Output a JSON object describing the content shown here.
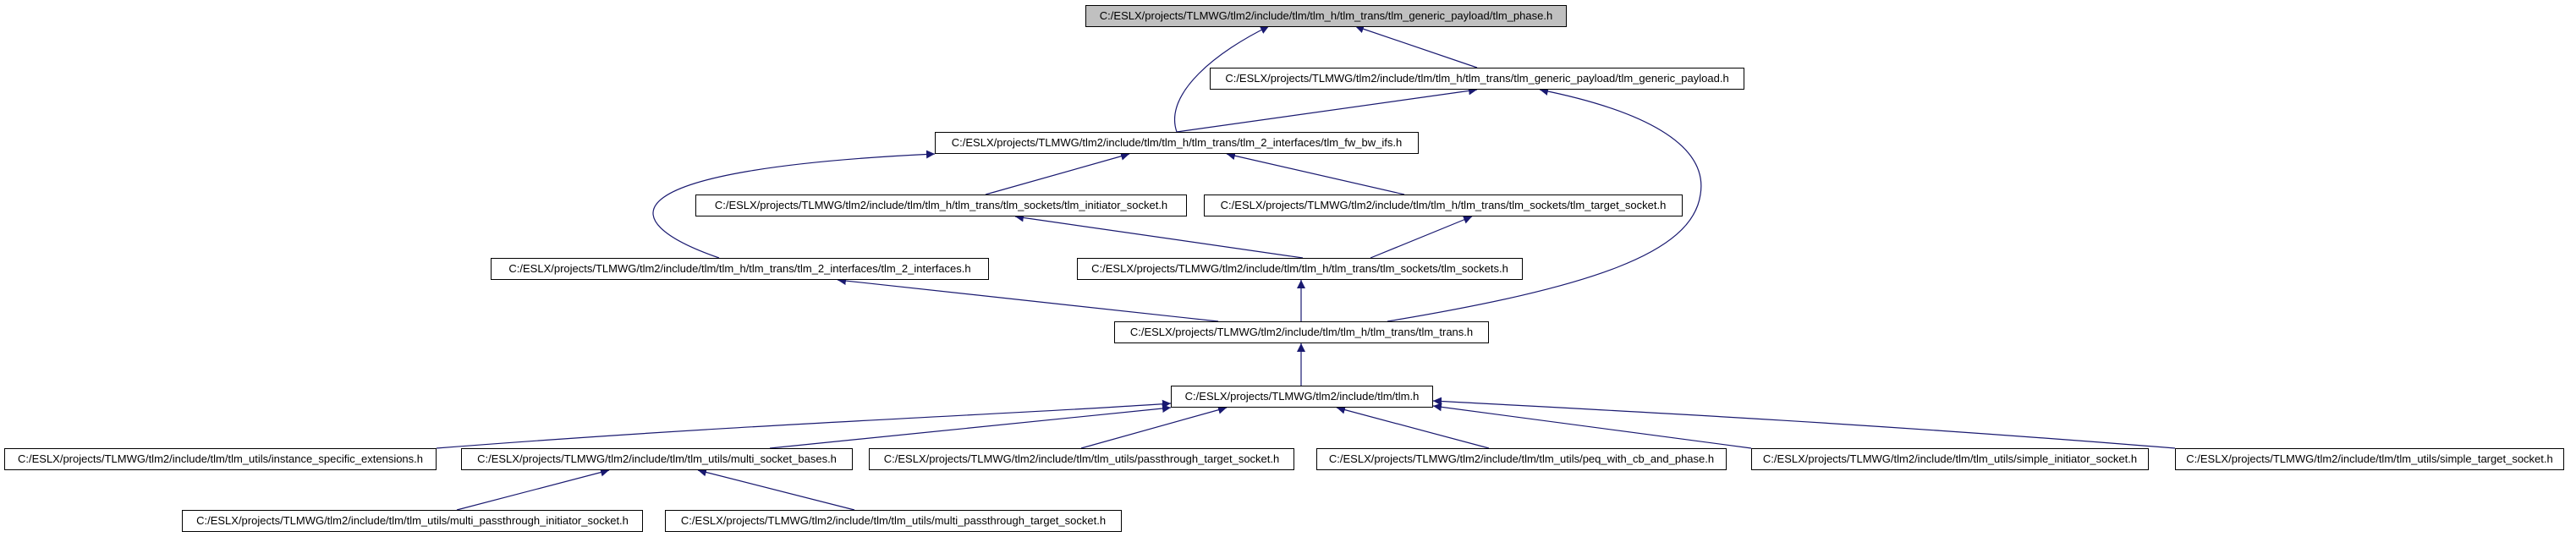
{
  "colors": {
    "edge": "#191970",
    "root_fill": "#c0c0c0",
    "node_fill": "#ffffff",
    "node_border": "#000000"
  },
  "nodes": {
    "tlm_phase": "C:/ESLX/projects/TLMWG/tlm2/include/tlm/tlm_h/tlm_trans/tlm_generic_payload/tlm_phase.h",
    "tlm_generic_payload": "C:/ESLX/projects/TLMWG/tlm2/include/tlm/tlm_h/tlm_trans/tlm_generic_payload/tlm_generic_payload.h",
    "tlm_fw_bw_ifs": "C:/ESLX/projects/TLMWG/tlm2/include/tlm/tlm_h/tlm_trans/tlm_2_interfaces/tlm_fw_bw_ifs.h",
    "tlm_initiator_socket": "C:/ESLX/projects/TLMWG/tlm2/include/tlm/tlm_h/tlm_trans/tlm_sockets/tlm_initiator_socket.h",
    "tlm_target_socket": "C:/ESLX/projects/TLMWG/tlm2/include/tlm/tlm_h/tlm_trans/tlm_sockets/tlm_target_socket.h",
    "tlm_2_interfaces": "C:/ESLX/projects/TLMWG/tlm2/include/tlm/tlm_h/tlm_trans/tlm_2_interfaces/tlm_2_interfaces.h",
    "tlm_sockets": "C:/ESLX/projects/TLMWG/tlm2/include/tlm/tlm_h/tlm_trans/tlm_sockets/tlm_sockets.h",
    "tlm_trans": "C:/ESLX/projects/TLMWG/tlm2/include/tlm/tlm_h/tlm_trans/tlm_trans.h",
    "tlm": "C:/ESLX/projects/TLMWG/tlm2/include/tlm/tlm.h",
    "instance_specific_extensions": "C:/ESLX/projects/TLMWG/tlm2/include/tlm/tlm_utils/instance_specific_extensions.h",
    "multi_socket_bases": "C:/ESLX/projects/TLMWG/tlm2/include/tlm/tlm_utils/multi_socket_bases.h",
    "passthrough_target_socket": "C:/ESLX/projects/TLMWG/tlm2/include/tlm/tlm_utils/passthrough_target_socket.h",
    "peq_with_cb_and_phase": "C:/ESLX/projects/TLMWG/tlm2/include/tlm/tlm_utils/peq_with_cb_and_phase.h",
    "simple_initiator_socket": "C:/ESLX/projects/TLMWG/tlm2/include/tlm/tlm_utils/simple_initiator_socket.h",
    "simple_target_socket": "C:/ESLX/projects/TLMWG/tlm2/include/tlm/tlm_utils/simple_target_socket.h",
    "multi_passthrough_initiator_socket": "C:/ESLX/projects/TLMWG/tlm2/include/tlm/tlm_utils/multi_passthrough_initiator_socket.h",
    "multi_passthrough_target_socket": "C:/ESLX/projects/TLMWG/tlm2/include/tlm/tlm_utils/multi_passthrough_target_socket.h"
  },
  "edges": [
    {
      "from": "tlm_generic_payload",
      "to": "tlm_phase"
    },
    {
      "from": "tlm_fw_bw_ifs",
      "to": "tlm_phase"
    },
    {
      "from": "tlm_fw_bw_ifs",
      "to": "tlm_generic_payload"
    },
    {
      "from": "tlm_trans",
      "to": "tlm_generic_payload"
    },
    {
      "from": "tlm_initiator_socket",
      "to": "tlm_fw_bw_ifs"
    },
    {
      "from": "tlm_target_socket",
      "to": "tlm_fw_bw_ifs"
    },
    {
      "from": "tlm_2_interfaces",
      "to": "tlm_fw_bw_ifs"
    },
    {
      "from": "tlm_sockets",
      "to": "tlm_initiator_socket"
    },
    {
      "from": "tlm_sockets",
      "to": "tlm_target_socket"
    },
    {
      "from": "tlm_trans",
      "to": "tlm_2_interfaces"
    },
    {
      "from": "tlm_trans",
      "to": "tlm_sockets"
    },
    {
      "from": "tlm",
      "to": "tlm_trans"
    },
    {
      "from": "instance_specific_extensions",
      "to": "tlm"
    },
    {
      "from": "multi_socket_bases",
      "to": "tlm"
    },
    {
      "from": "passthrough_target_socket",
      "to": "tlm"
    },
    {
      "from": "peq_with_cb_and_phase",
      "to": "tlm"
    },
    {
      "from": "simple_initiator_socket",
      "to": "tlm"
    },
    {
      "from": "simple_target_socket",
      "to": "tlm"
    },
    {
      "from": "multi_passthrough_initiator_socket",
      "to": "multi_socket_bases"
    },
    {
      "from": "multi_passthrough_target_socket",
      "to": "multi_socket_bases"
    }
  ]
}
